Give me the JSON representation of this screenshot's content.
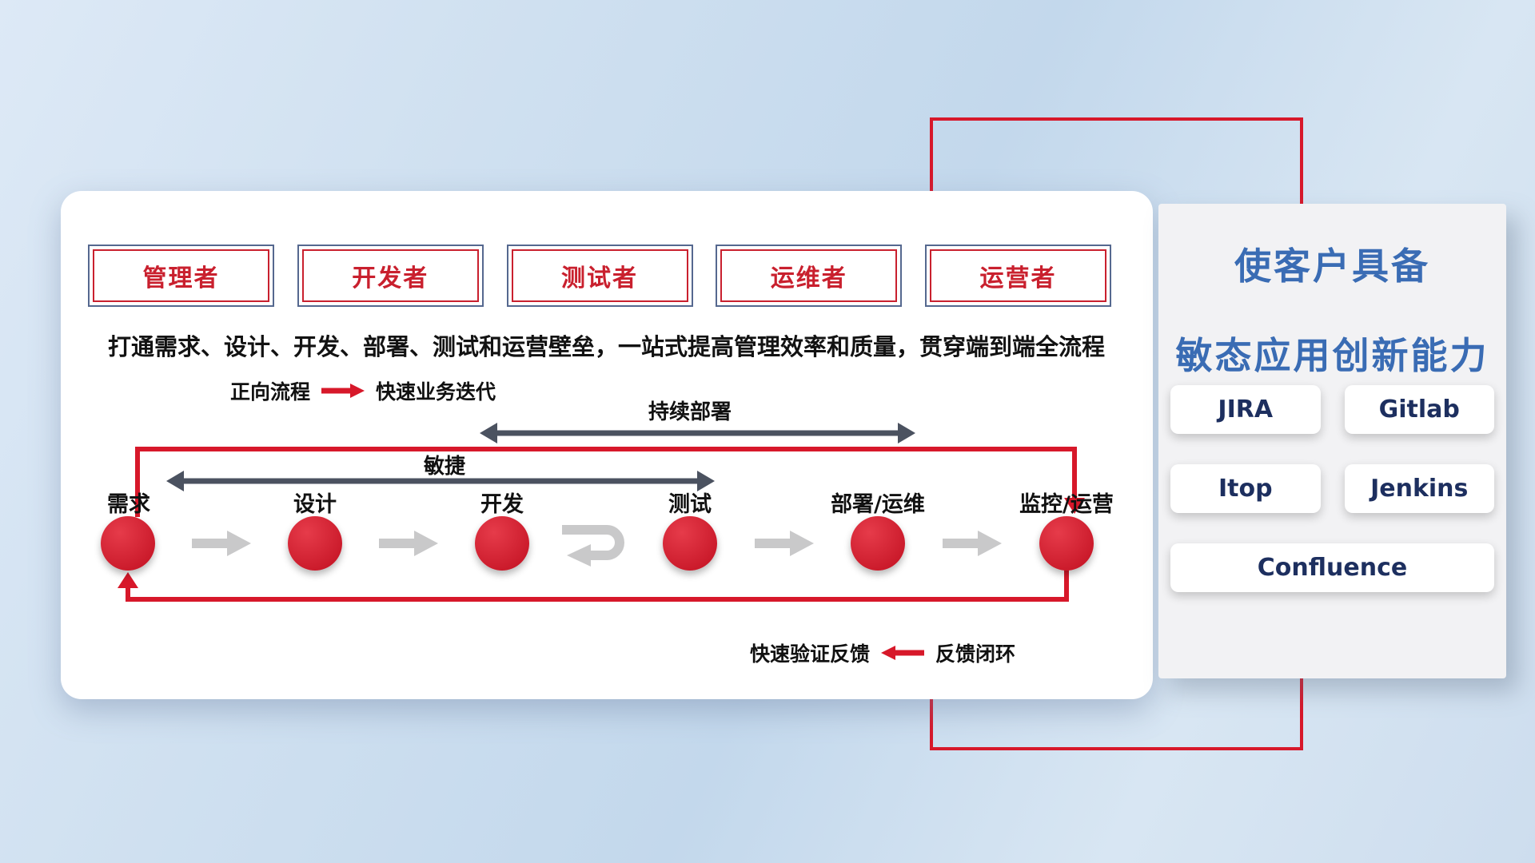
{
  "colors": {
    "accent_red": "#d7182a",
    "title_blue": "#3a6cb4",
    "tool_text_navy": "#1d2f5f",
    "span_arrow_gray": "#4b5260",
    "flow_arrow_gray": "#c9c9ca"
  },
  "roles": [
    {
      "label": "管理者"
    },
    {
      "label": "开发者"
    },
    {
      "label": "测试者"
    },
    {
      "label": "运维者"
    },
    {
      "label": "运营者"
    }
  ],
  "subtitle": "打通需求、设计、开发、部署、测试和运营壁垒，一站式提高管理效率和质量，贯穿端到端全流程",
  "forward_legend": {
    "label": "正向流程",
    "value": "快速业务迭代"
  },
  "feedback_legend": {
    "label": "快速验证反馈",
    "value": "反馈闭环"
  },
  "flow": {
    "agile_span": "敏捷",
    "cd_span": "持续部署",
    "stages": [
      {
        "label": "需求"
      },
      {
        "label": "设计"
      },
      {
        "label": "开发"
      },
      {
        "label": "测试"
      },
      {
        "label": "部署/运维"
      },
      {
        "label": "监控/运营"
      }
    ]
  },
  "side_panel": {
    "title_line1": "使客户具备",
    "title_line2": "敏态应用创新能力",
    "tools": [
      {
        "label": "JIRA"
      },
      {
        "label": "Gitlab"
      },
      {
        "label": "Itop"
      },
      {
        "label": "Jenkins"
      },
      {
        "label": "Confluence"
      }
    ]
  }
}
